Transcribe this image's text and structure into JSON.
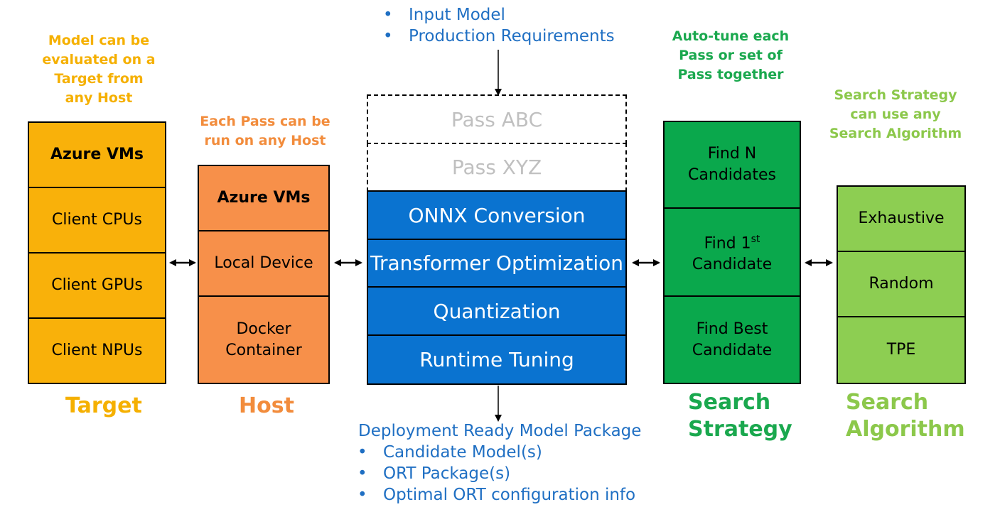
{
  "input_bullets": [
    "Input Model",
    "Production Requirements"
  ],
  "target": {
    "note": "Model can be evaluated on a Target from any Host",
    "items": [
      "Azure VMs",
      "Client CPUs",
      "Client GPUs",
      "Client NPUs"
    ],
    "label": "Target",
    "color": "#f9b10a"
  },
  "host": {
    "note": "Each Pass can be run on any Host",
    "items": [
      "Azure VMs",
      "Local Device",
      "Docker Container"
    ],
    "label": "Host",
    "color": "#f7904a"
  },
  "passes": {
    "optional": [
      "Pass ABC",
      "Pass XYZ"
    ],
    "items": [
      "ONNX Conversion",
      "Transformer Optimization",
      "Quantization",
      "Runtime Tuning"
    ],
    "color": "#0a73d0"
  },
  "search_strategy": {
    "note": "Auto-tune each Pass or set of Pass together",
    "items": [
      {
        "text": "Find N Candidates"
      },
      {
        "text": "Find 1",
        "sup": "st",
        "text2": "Candidate"
      },
      {
        "text": "Find Best Candidate"
      }
    ],
    "label_line1": "Search",
    "label_line2": "Strategy",
    "color": "#0aa84c"
  },
  "search_algorithm": {
    "note": "Search Strategy can use any Search Algorithm",
    "items": [
      "Exhaustive",
      "Random",
      "TPE"
    ],
    "label_line1": "Search",
    "label_line2": "Algorithm",
    "color": "#8dce52"
  },
  "output": {
    "title": "Deployment Ready Model Package",
    "bullets": [
      "Candidate Model(s)",
      "ORT Package(s)",
      "Optimal ORT configuration info"
    ]
  }
}
